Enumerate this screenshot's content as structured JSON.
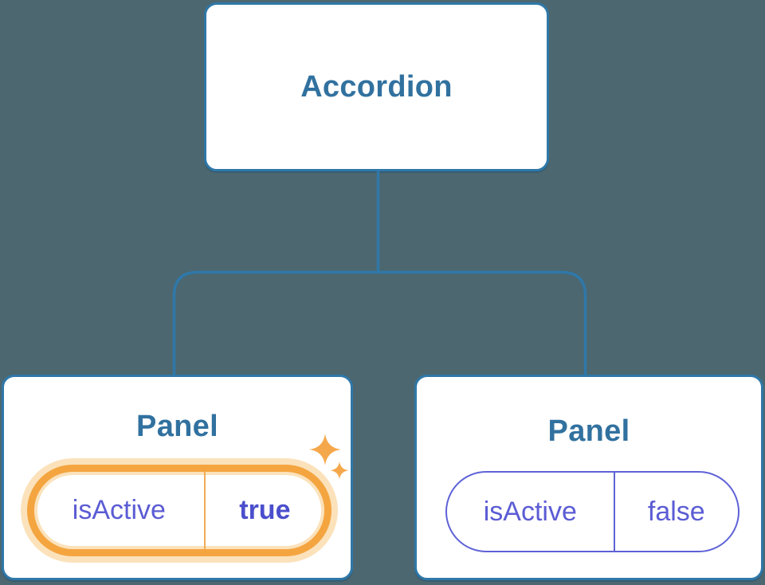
{
  "tree": {
    "root": {
      "label": "Accordion"
    },
    "children": [
      {
        "title": "Panel",
        "state": {
          "name": "isActive",
          "value": "true"
        },
        "active": true,
        "badge": "sparkles"
      },
      {
        "title": "Panel",
        "state": {
          "name": "isActive",
          "value": "false"
        },
        "active": false
      }
    ]
  },
  "colors": {
    "background": "#4C6770",
    "node_border": "#2F78A9",
    "node_text": "#31719F",
    "state_text": "#5B5CD4",
    "state_value_active_text": "#4B4FCC",
    "active_ring": "#F4A540",
    "active_glow": "#FBE2BB",
    "inactive_ring": "#5E62D6",
    "sparkle": "#F5A84B"
  }
}
